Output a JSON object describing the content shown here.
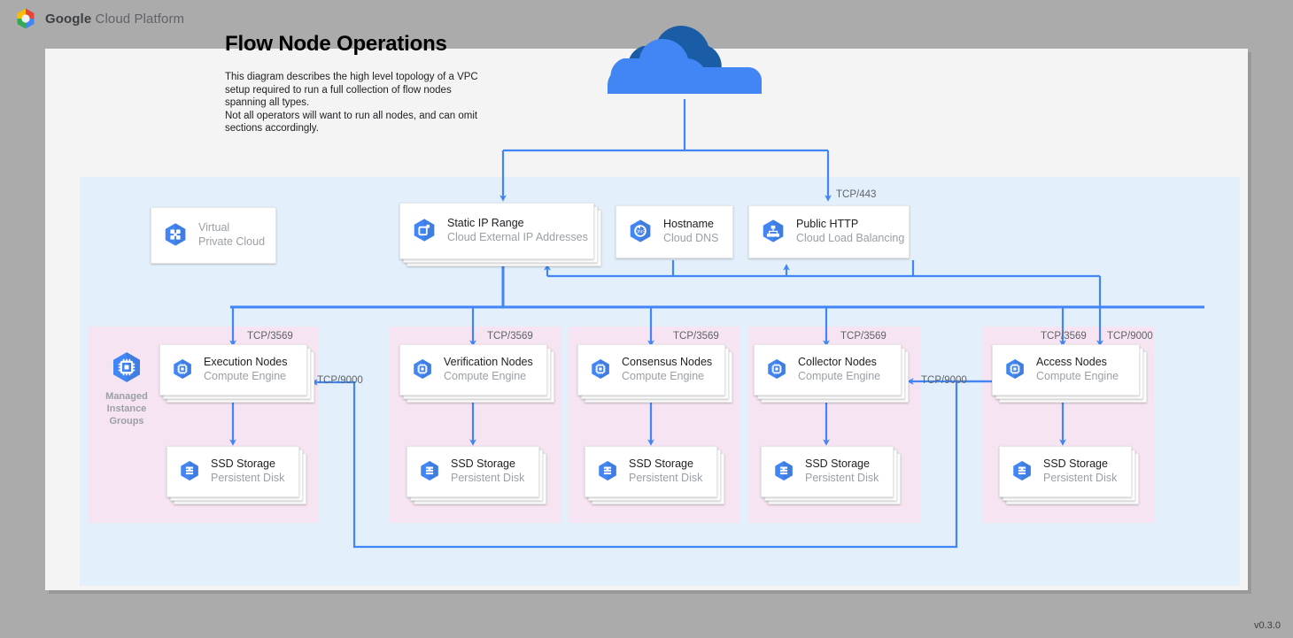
{
  "brand": {
    "logo_icon": "google-cloud-hexagon-logo",
    "word_bold": "Google",
    "word_rest": " Cloud Platform"
  },
  "diagram": {
    "title": "Flow Node Operations",
    "description": "This diagram describes the high level topology of a VPC setup required to run a full collection of flow nodes spanning all types.\nNot all operators will want to run all nodes, and can omit sections accordingly.",
    "version": "v0.3.0",
    "internet_icon": "cloud-icon",
    "vpc_region_color": "#e3f0fb",
    "group_color": "#f7e4f2",
    "wire_color": "#4285f4",
    "canvas_color": "#f4f4f4",
    "page_color": "#ababab"
  },
  "top_nodes": [
    {
      "title": "Virtual",
      "subtitle": "Private Cloud",
      "icon": "vpc-icon",
      "stacked": false,
      "dim": true
    },
    {
      "title": "Static IP Range",
      "subtitle": "Cloud External IP Addresses",
      "icon": "external-ip-icon",
      "stacked": true,
      "dim": false
    },
    {
      "title": "Hostname",
      "subtitle": "Cloud DNS",
      "icon": "cloud-dns-icon",
      "stacked": false,
      "dim": false
    },
    {
      "title": "Public HTTP",
      "subtitle": "Cloud Load Balancing",
      "icon": "load-balancing-icon",
      "stacked": false,
      "dim": false
    }
  ],
  "managed_instance_groups": {
    "label": "Managed\nInstance\nGroups",
    "icon": "compute-engine-icon"
  },
  "groups": [
    {
      "node": {
        "title": "Execution Nodes",
        "subtitle": "Compute Engine",
        "icon": "compute-engine-icon"
      },
      "storage": {
        "title": "SSD Storage",
        "subtitle": "Persistent Disk",
        "icon": "persistent-disk-icon"
      },
      "inbound_port": "TCP/3569"
    },
    {
      "node": {
        "title": "Verification Nodes",
        "subtitle": "Compute Engine",
        "icon": "compute-engine-icon"
      },
      "storage": {
        "title": "SSD Storage",
        "subtitle": "Persistent Disk",
        "icon": "persistent-disk-icon"
      },
      "inbound_port": "TCP/3569"
    },
    {
      "node": {
        "title": "Consensus Nodes",
        "subtitle": "Compute Engine",
        "icon": "compute-engine-icon"
      },
      "storage": {
        "title": "SSD Storage",
        "subtitle": "Persistent Disk",
        "icon": "persistent-disk-icon"
      },
      "inbound_port": "TCP/3569"
    },
    {
      "node": {
        "title": "Collector Nodes",
        "subtitle": "Compute Engine",
        "icon": "compute-engine-icon"
      },
      "storage": {
        "title": "SSD Storage",
        "subtitle": "Persistent Disk",
        "icon": "persistent-disk-icon"
      },
      "inbound_port": "TCP/3569"
    },
    {
      "node": {
        "title": "Access Nodes",
        "subtitle": "Compute Engine",
        "icon": "compute-engine-icon"
      },
      "storage": {
        "title": "SSD Storage",
        "subtitle": "Persistent Disk",
        "icon": "persistent-disk-icon"
      },
      "inbound_port": "TCP/3569"
    }
  ],
  "port_labels": {
    "lb_https": "TCP/443",
    "access_extra": "TCP/9000",
    "exec_return": "TCP/9000",
    "collector_return": "TCP/9000"
  }
}
